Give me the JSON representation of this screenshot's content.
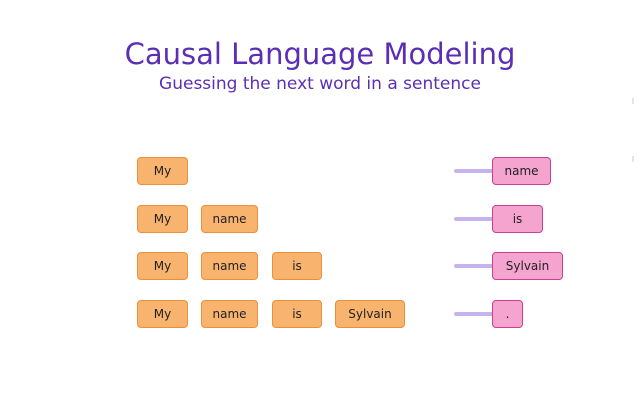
{
  "title": "Causal Language Modeling",
  "subtitle": "Guessing the next word in a sentence",
  "rows": [
    {
      "inputs": [
        "My"
      ],
      "target": "name"
    },
    {
      "inputs": [
        "My",
        "name"
      ],
      "target": "is"
    },
    {
      "inputs": [
        "My",
        "name",
        "is"
      ],
      "target": "Sylvain"
    },
    {
      "inputs": [
        "My",
        "name",
        "is",
        "Sylvain"
      ],
      "target": "."
    }
  ],
  "colors": {
    "title": "#5b2fb5",
    "input_fill": "#f8b46e",
    "input_border": "#e8913a",
    "target_fill": "#f5a3cf",
    "target_border": "#c8418f",
    "arrow": "#c9b3ec"
  }
}
